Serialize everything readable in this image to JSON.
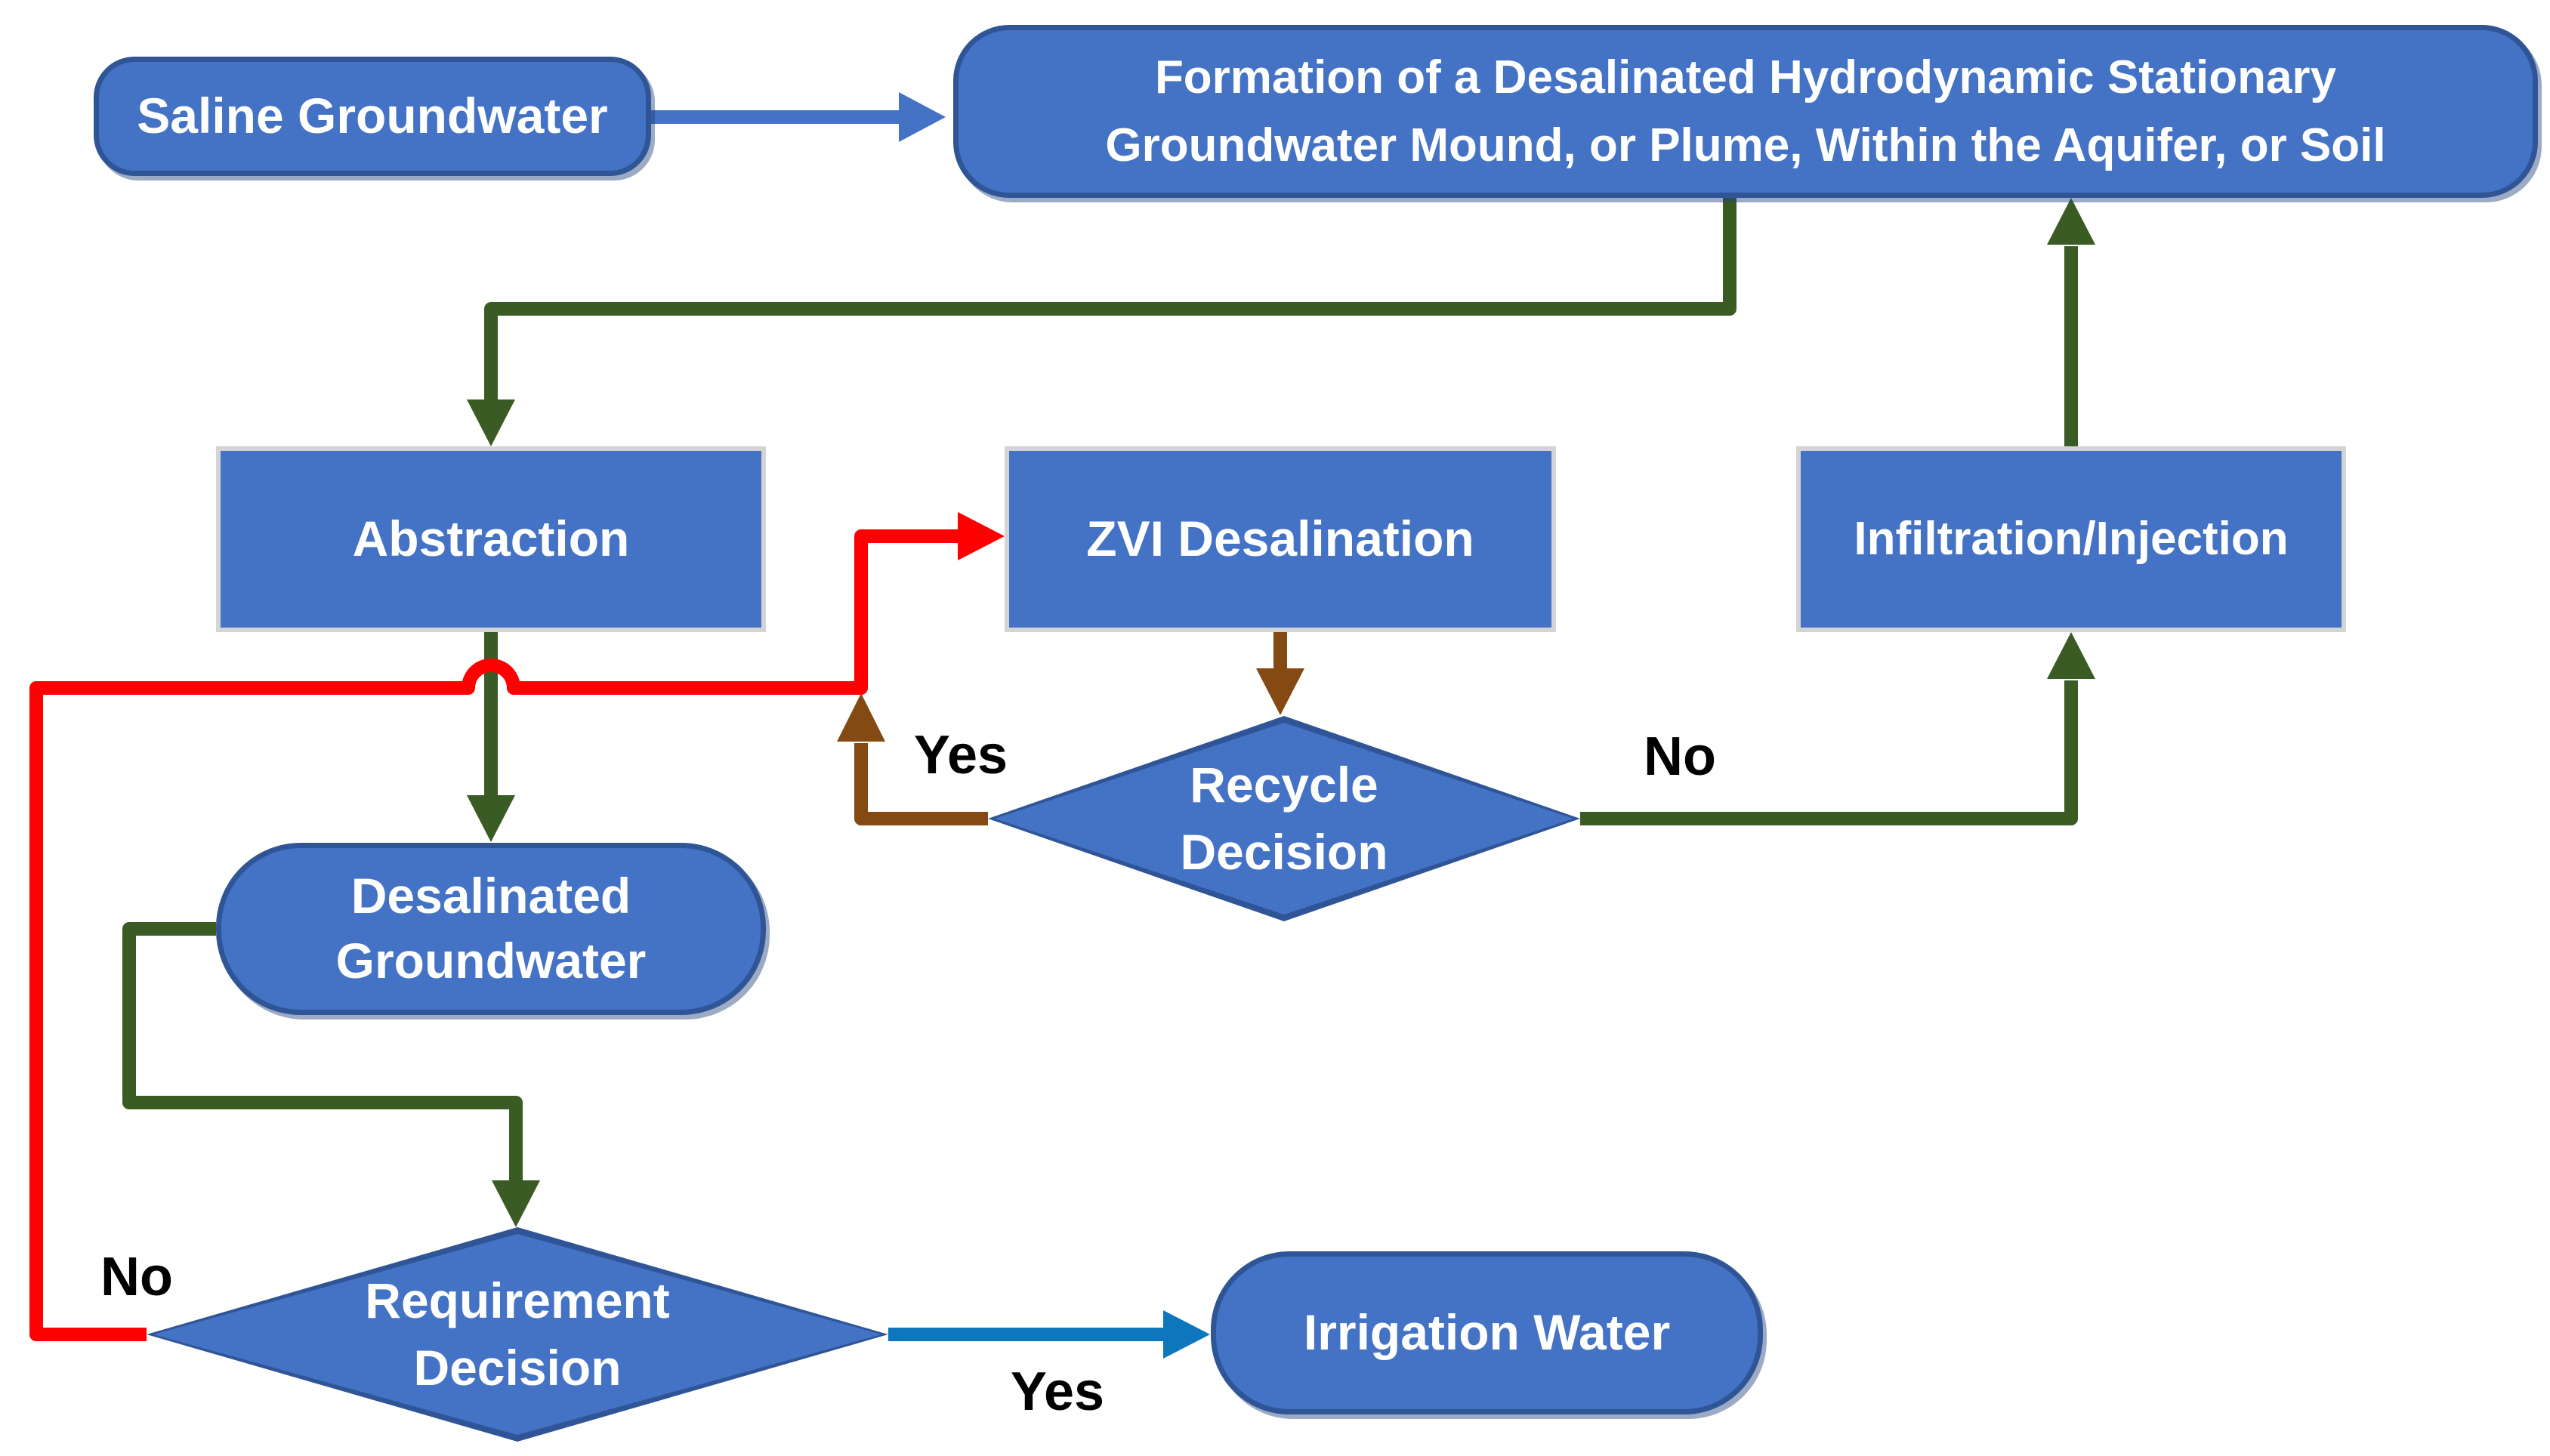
{
  "diagram_title": "Saline groundwater ZVI desalination recycling flowchart",
  "colors": {
    "node_fill": "#4472C4",
    "node_border_dark_blue": "#2F5597",
    "node_border_light_gray": "#D4D4D4",
    "node_text": "#FFFFFF",
    "edge_label_text": "#000000",
    "arrow_blue": "#4472C4",
    "arrow_bright_blue": "#0E76BC",
    "arrow_dark_green": "#3A5B24",
    "arrow_red": "#FF0000",
    "arrow_brown": "#854913"
  },
  "nodes": {
    "saline": {
      "shape": "rounded",
      "label": "Saline Groundwater"
    },
    "formation": {
      "shape": "rounded",
      "label": "Formation of a Desalinated Hydrodynamic Stationary\nGroundwater Mound, or Plume, Within the Aquifer, or Soil"
    },
    "abstraction": {
      "shape": "rectangle",
      "label": "Abstraction"
    },
    "zvi": {
      "shape": "rectangle",
      "label": "ZVI Desalination"
    },
    "infiltration": {
      "shape": "rectangle",
      "label": "Infiltration/Injection"
    },
    "recycle": {
      "shape": "diamond",
      "label": "Recycle\nDecision"
    },
    "desalinated": {
      "shape": "rounded",
      "label": "Desalinated\nGroundwater"
    },
    "requirement": {
      "shape": "diamond",
      "label": "Requirement\nDecision"
    },
    "irrigation": {
      "shape": "rounded",
      "label": "Irrigation Water"
    }
  },
  "edge_labels": {
    "recycle_yes": "Yes",
    "recycle_no": "No",
    "requirement_no": "No",
    "requirement_yes": "Yes"
  },
  "edges": [
    {
      "from": "saline",
      "to": "formation",
      "color": "#4472C4",
      "label": ""
    },
    {
      "from": "formation",
      "to": "abstraction",
      "color": "#3A5B24",
      "label": ""
    },
    {
      "from": "abstraction",
      "to": "desalinated",
      "color": "#3A5B24",
      "label": ""
    },
    {
      "from": "zvi",
      "to": "recycle",
      "color": "#854913",
      "label": ""
    },
    {
      "from": "recycle",
      "to": "zvi",
      "color": "#854913",
      "label": "Yes"
    },
    {
      "from": "recycle",
      "to": "infiltration",
      "color": "#3A5B24",
      "label": "No"
    },
    {
      "from": "infiltration",
      "to": "formation",
      "color": "#3A5B24",
      "label": ""
    },
    {
      "from": "desalinated",
      "to": "requirement",
      "color": "#3A5B24",
      "label": ""
    },
    {
      "from": "requirement",
      "to": "irrigation",
      "color": "#0E76BC",
      "label": "Yes"
    },
    {
      "from": "requirement",
      "to": "zvi",
      "color": "#FF0000",
      "label": "No"
    }
  ]
}
